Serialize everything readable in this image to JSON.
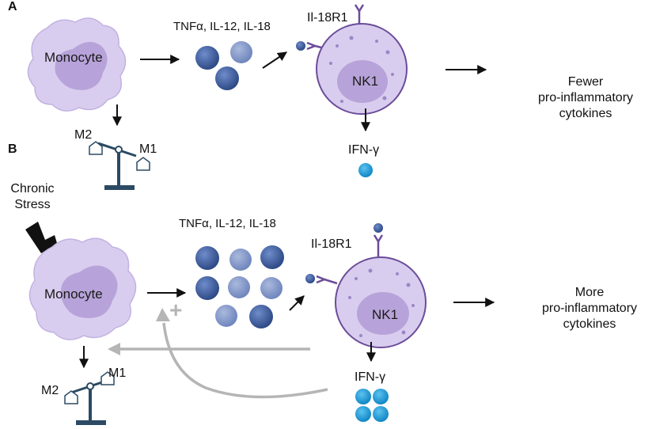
{
  "panels": {
    "a": "A",
    "b": "B"
  },
  "panel_a": {
    "monocyte": "Monocyte",
    "cytokines": "TNFα, IL-12, IL-18",
    "receptor": "Il-18R1",
    "nk": "NK1",
    "ifn": "IFN-γ",
    "outcome_line1": "Fewer",
    "outcome_line2": "pro-inflammatory",
    "outcome_line3": "cytokines",
    "scale_left": "M2",
    "scale_right": "M1"
  },
  "panel_b": {
    "stress_line1": "Chronic",
    "stress_line2": "Stress",
    "monocyte": "Monocyte",
    "cytokines": "TNFα, IL-12, IL-18",
    "receptor": "Il-18R1",
    "nk": "NK1",
    "ifn": "IFN-γ",
    "plus": "+",
    "outcome_line1": "More",
    "outcome_line2": "pro-inflammatory",
    "outcome_line3": "cytokines",
    "scale_left": "M2",
    "scale_right": "M1"
  },
  "colors": {
    "cell_fill": "#d9cdef",
    "cell_nucleus": "#b7a3d9",
    "cytokine_dark": "#3d5a98",
    "cytokine_light": "#8196c5",
    "ifn_fill": "#1e9bd7",
    "scale": "#2c4a63",
    "feedback": "#b5b5b5"
  }
}
